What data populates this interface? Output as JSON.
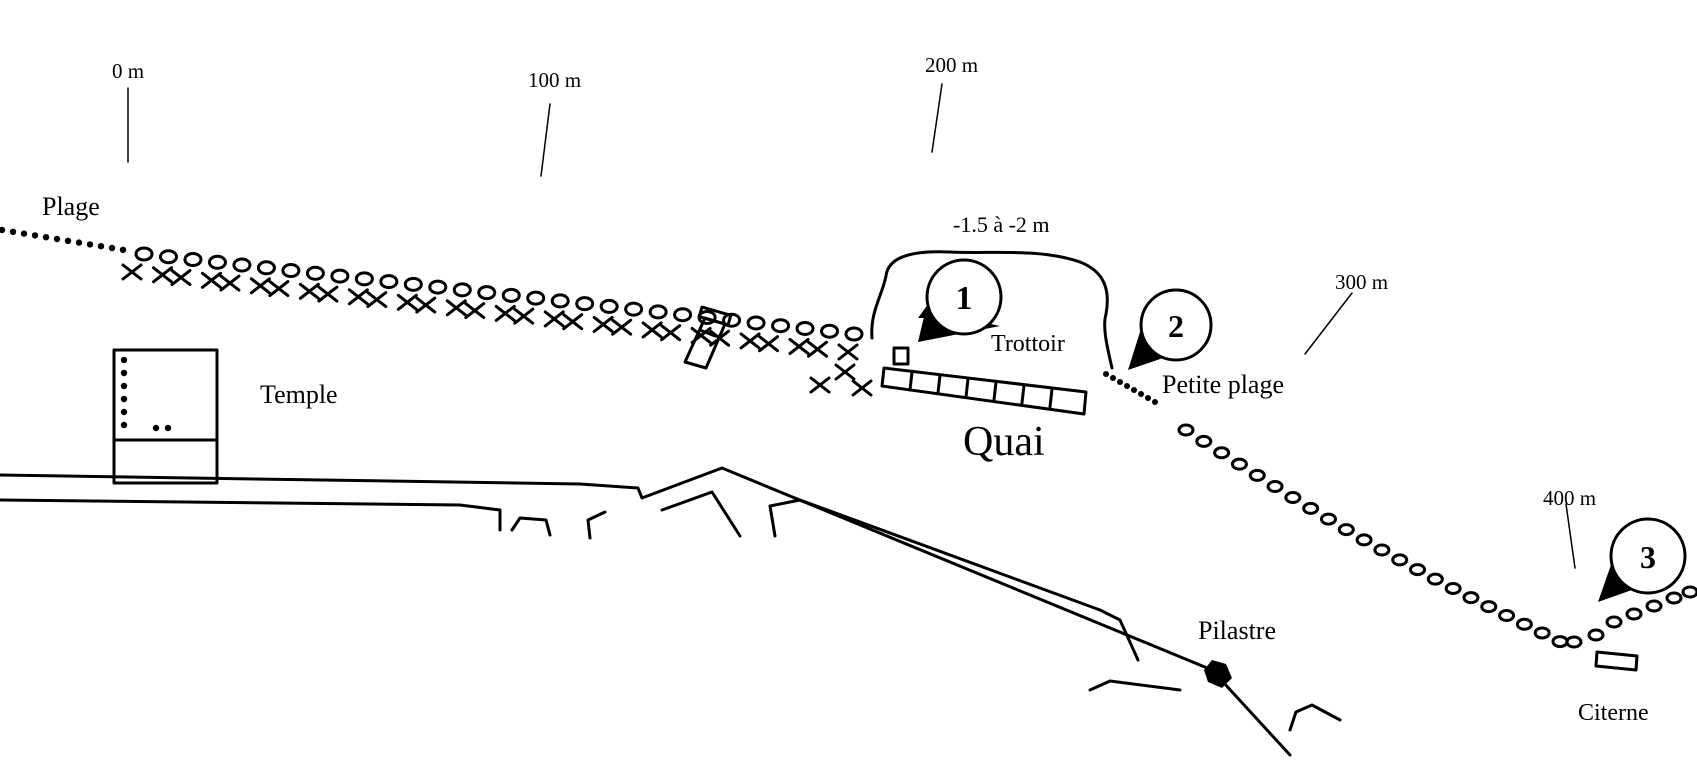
{
  "distance_marks": {
    "m0": "0 m",
    "m100": "100 m",
    "m200": "200 m",
    "m300": "300 m",
    "m400": "400 m"
  },
  "labels": {
    "plage": "Plage",
    "temple": "Temple",
    "depth": "-1.5 à -2 m",
    "trottoir": "Trottoir",
    "quai": "Quai",
    "petite_plage": "Petite plage",
    "pilastre": "Pilastre",
    "citerne": "Citerne"
  },
  "markers": {
    "m1": "1",
    "m2": "2",
    "m3": "3"
  }
}
